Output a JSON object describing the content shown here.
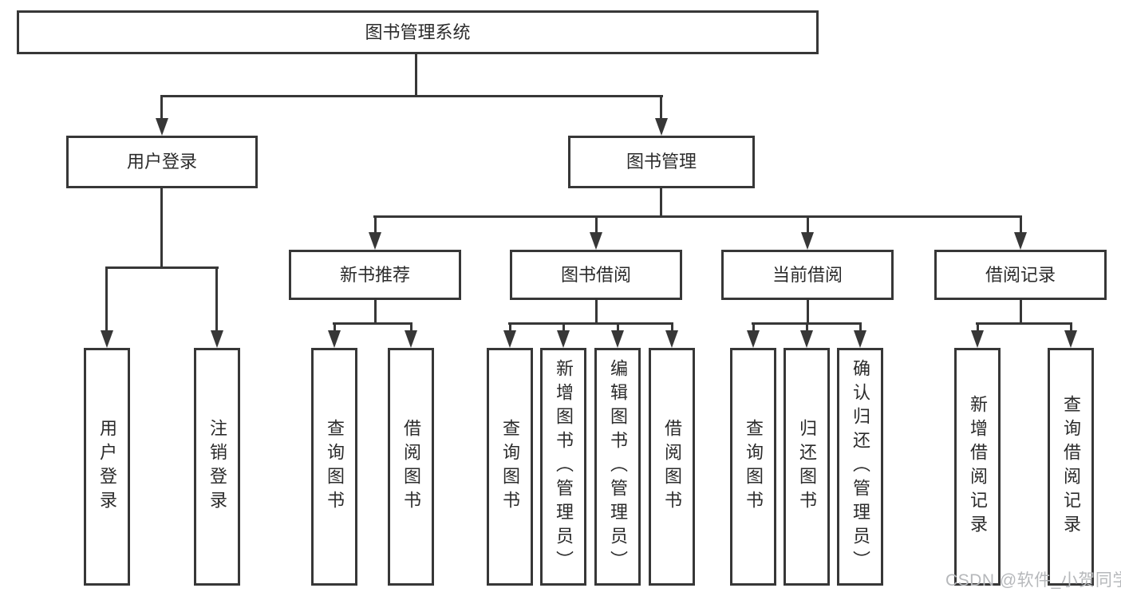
{
  "tree": {
    "root": {
      "label": "图书管理系统"
    },
    "branches": [
      {
        "label": "用户登录",
        "children": [
          {
            "label": "用户登录"
          },
          {
            "label": "注销登录"
          }
        ]
      },
      {
        "label": "图书管理",
        "children": [
          {
            "label": "新书推荐",
            "children": [
              {
                "label": "查询图书"
              },
              {
                "label": "借阅图书"
              }
            ]
          },
          {
            "label": "图书借阅",
            "children": [
              {
                "label": "查询图书"
              },
              {
                "label": "新增图书（管理员）"
              },
              {
                "label": "编辑图书（管理员）"
              },
              {
                "label": "借阅图书"
              }
            ]
          },
          {
            "label": "当前借阅",
            "children": [
              {
                "label": "查询图书"
              },
              {
                "label": "归还图书"
              },
              {
                "label": "确认归还（管理员）"
              }
            ]
          },
          {
            "label": "借阅记录",
            "children": [
              {
                "label": "新增借阅记录"
              },
              {
                "label": "查询借阅记录"
              }
            ]
          }
        ]
      }
    ]
  },
  "watermark": {
    "text": "CSDN @软件_小贺同学"
  },
  "colors": {
    "line": "#373737",
    "text": "#2b2b2b",
    "background": "#ffffff",
    "watermark": "#b6b8bb"
  }
}
